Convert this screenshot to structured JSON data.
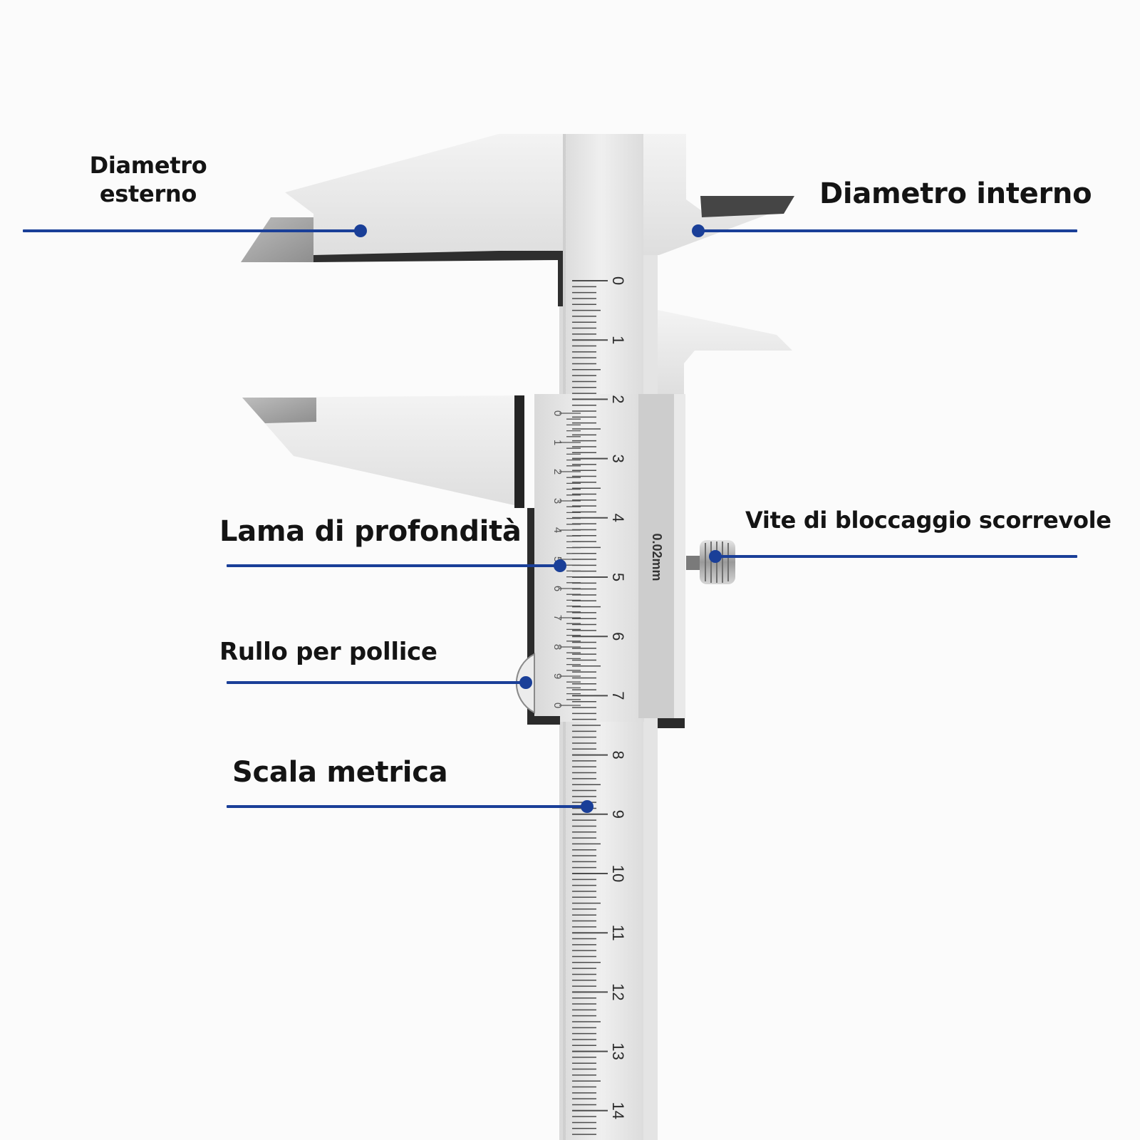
{
  "labels": {
    "outer_line1": "Diametro",
    "outer_line2": "esterno",
    "inner": "Diametro interno",
    "depth": "Lama di profondità",
    "lock": "Vite di bloccaggio scorrevole",
    "thumb": "Rullo per pollice",
    "scale": "Scala metrica"
  },
  "main_scale_numbers": [
    "0",
    "1",
    "2",
    "3",
    "4",
    "5",
    "6",
    "7",
    "8",
    "9",
    "10",
    "11",
    "12",
    "13",
    "14"
  ],
  "vernier_numbers": [
    "0",
    "1",
    "2",
    "3",
    "4",
    "5",
    "6",
    "7",
    "8",
    "9",
    "0"
  ],
  "vernier_precision": "0.02mm",
  "colors": {
    "leader": "#1a3f98",
    "steel_light": "#eaeaea",
    "steel_mid": "#cfcfcf",
    "steel_dark": "#3a3a3a",
    "text": "#141414"
  }
}
